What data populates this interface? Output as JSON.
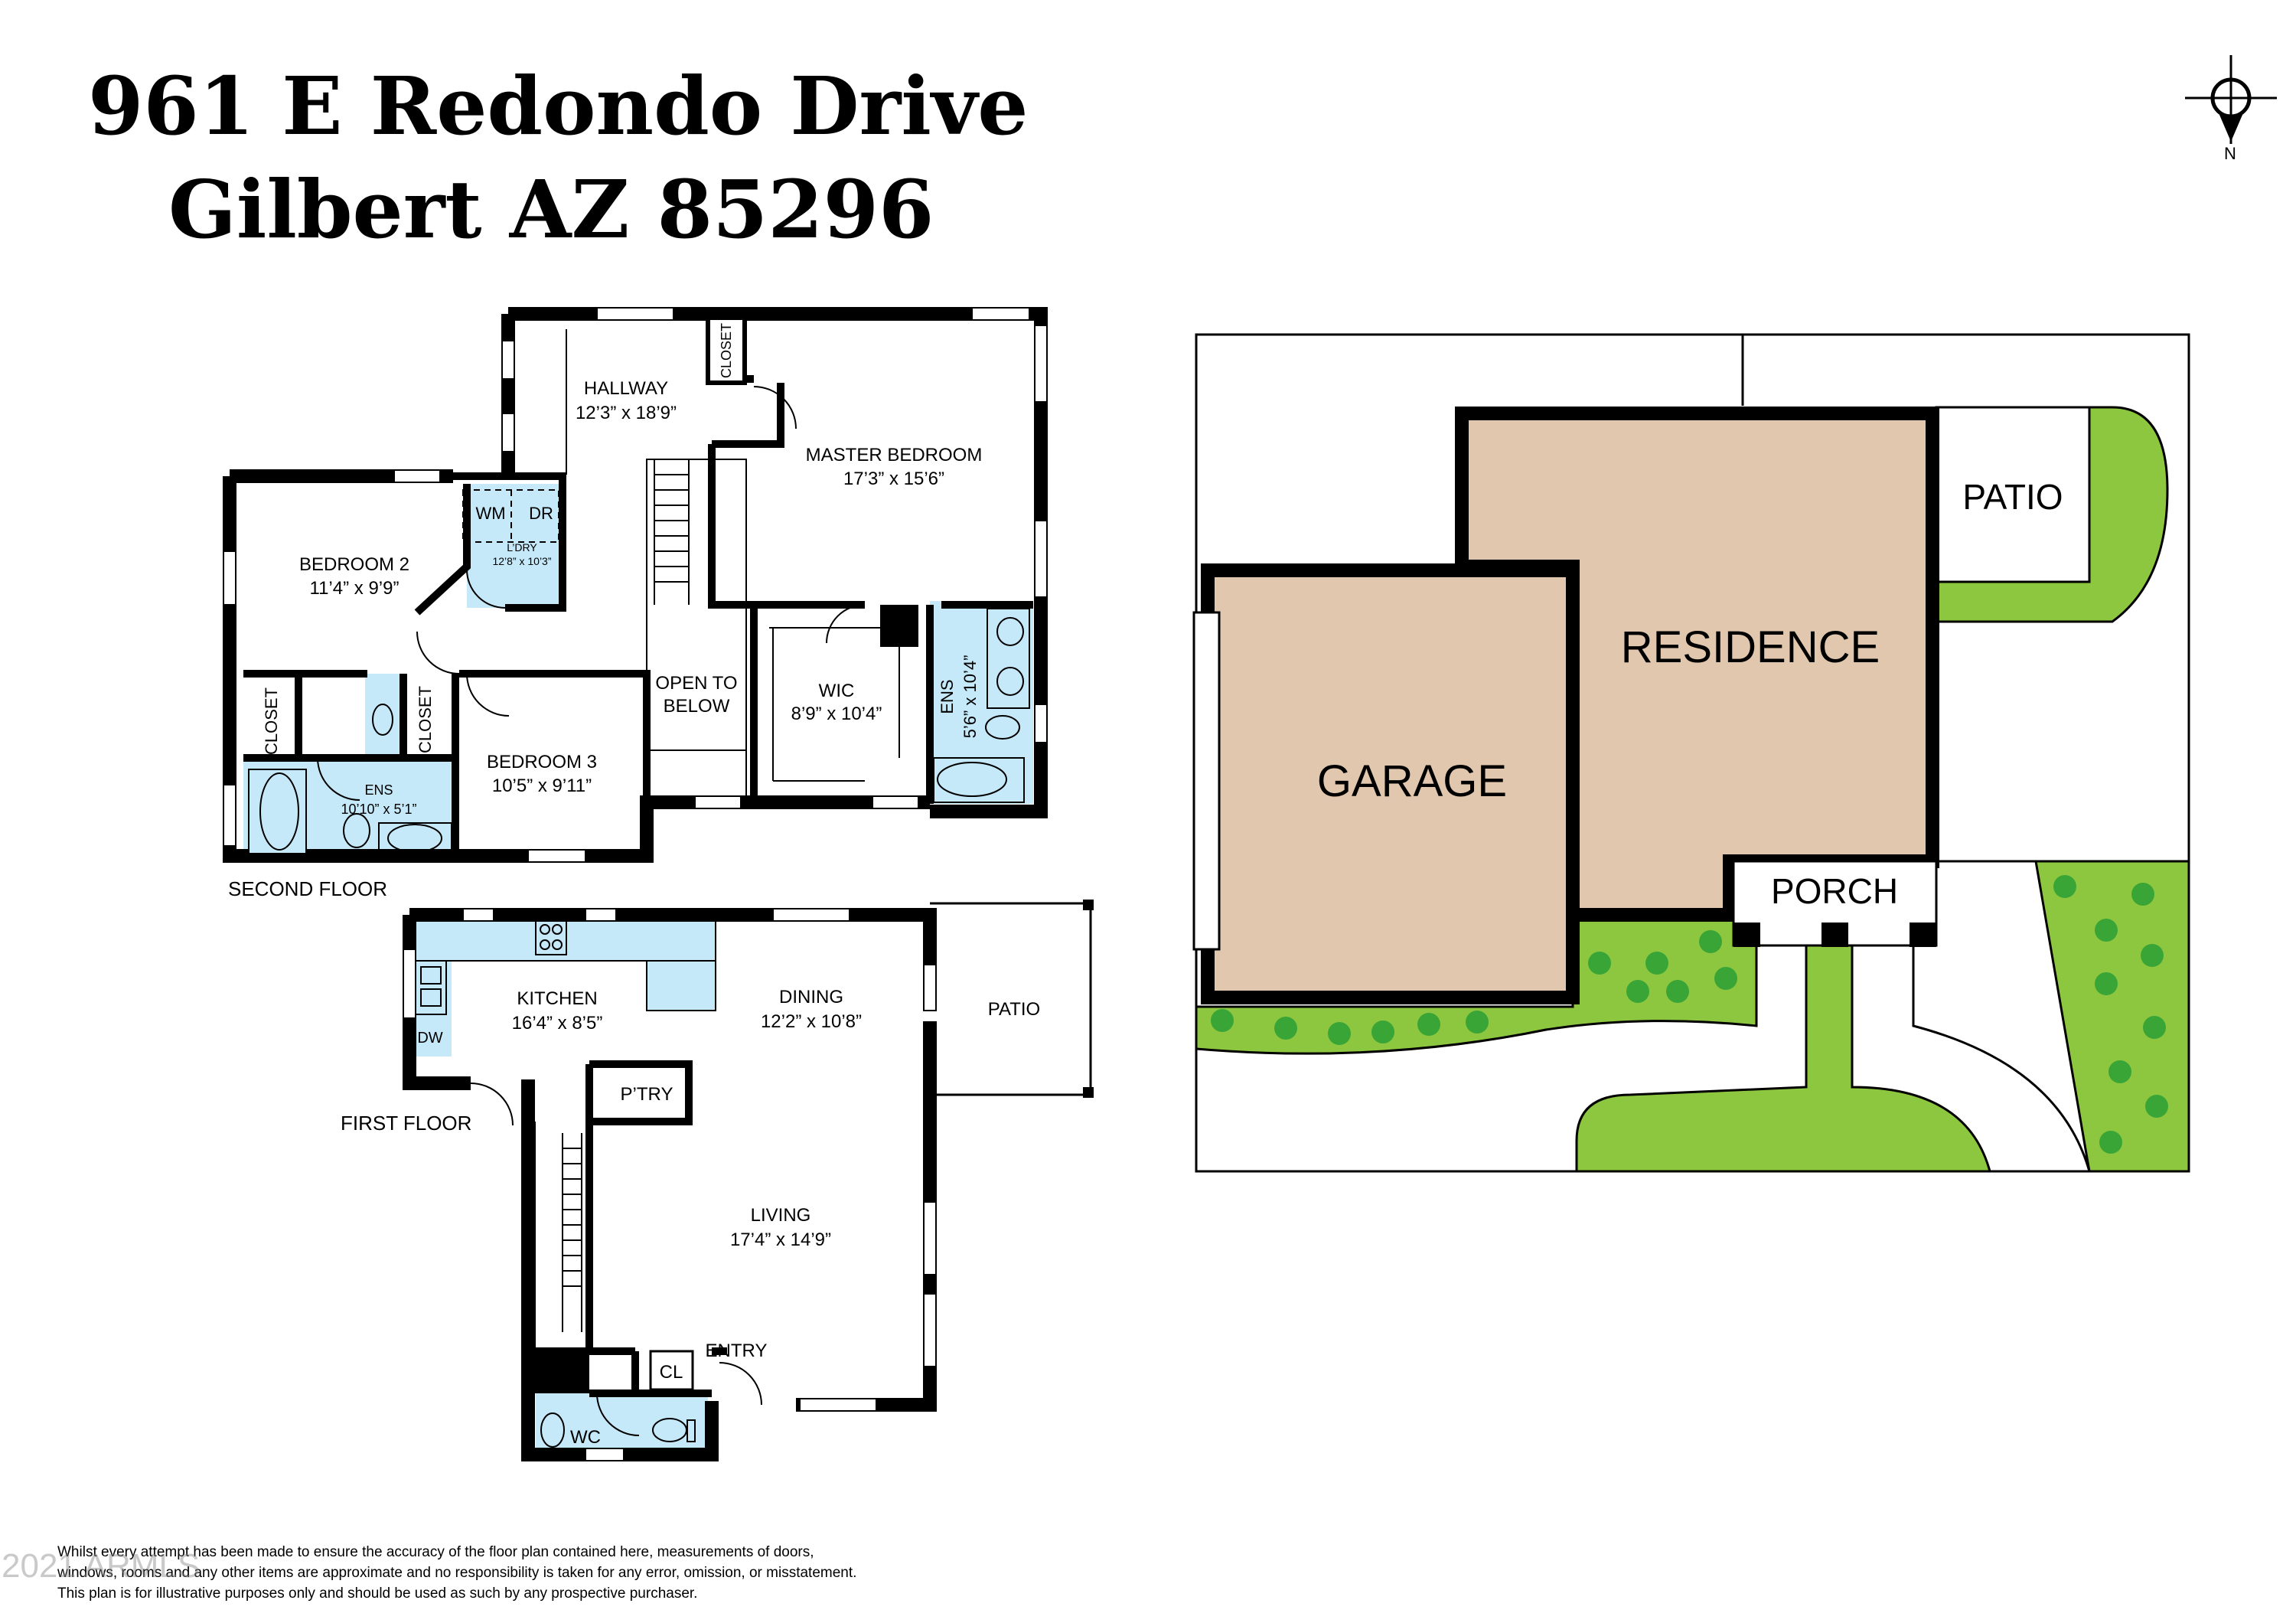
{
  "address": {
    "line1": "961 E Redondo Drive",
    "line2": "Gilbert  AZ  85296"
  },
  "compass": {
    "label": "N"
  },
  "floor_labels": {
    "second": "SECOND FLOOR",
    "first": "FIRST FLOOR"
  },
  "second_floor": {
    "hallway": {
      "name": "HALLWAY",
      "dims": "12’3” x 18’9”"
    },
    "closet_top": "CLOSET",
    "master": {
      "name": "MASTER BEDROOM",
      "dims": "17’3” x 15’6”"
    },
    "wm": "WM",
    "dr": "DR",
    "laundry": {
      "name": "L’DRY",
      "dims": "12’8” x 10’3”"
    },
    "bedroom2": {
      "name": "BEDROOM 2",
      "dims": "11’4” x 9’9”"
    },
    "open_to_below": {
      "line1": "OPEN TO",
      "line2": "BELOW"
    },
    "wic": {
      "name": "WIC",
      "dims": "8’9” x 10’4”"
    },
    "ens_right": {
      "name": "ENS",
      "dims": "5’6” x 10’4”"
    },
    "closet_left": "CLOSET",
    "closet_mid": "CLOSET",
    "bedroom3": {
      "name": "BEDROOM 3",
      "dims": "10’5” x 9’11”"
    },
    "ens_left": {
      "name": "ENS",
      "dims": "10’10” x 5’1”"
    }
  },
  "first_floor": {
    "kitchen": {
      "name": "KITCHEN",
      "dims": "16’4” x 8’5”"
    },
    "dining": {
      "name": "DINING",
      "dims": "12’2” x 10’8”"
    },
    "patio": "PATIO",
    "dw": "DW",
    "pantry": "P’TRY",
    "living": {
      "name": "LIVING",
      "dims": "17’4” x 14’9”"
    },
    "entry": "ENTRY",
    "cl": "CL",
    "wc": "WC"
  },
  "site_plan": {
    "garage": "GARAGE",
    "residence": "RESIDENCE",
    "patio": "PATIO",
    "porch": "PORCH"
  },
  "disclaimer": {
    "line1": "Whilst every attempt has been made to ensure the accuracy of the floor plan contained here, measurements of doors,",
    "line2": "windows, rooms and any other items are approximate and no responsibility is taken for any error, omission, or misstatement.",
    "line3": "This plan is for illustrative purposes only and should be used as such by any prospective purchaser."
  },
  "watermark": "2021 ARMLS",
  "colors": {
    "wall": "#000000",
    "wet_room": "#c5e9f9",
    "building": "#e1c7ae",
    "lawn": "#8dc63f",
    "shrub": "#3aa537"
  }
}
